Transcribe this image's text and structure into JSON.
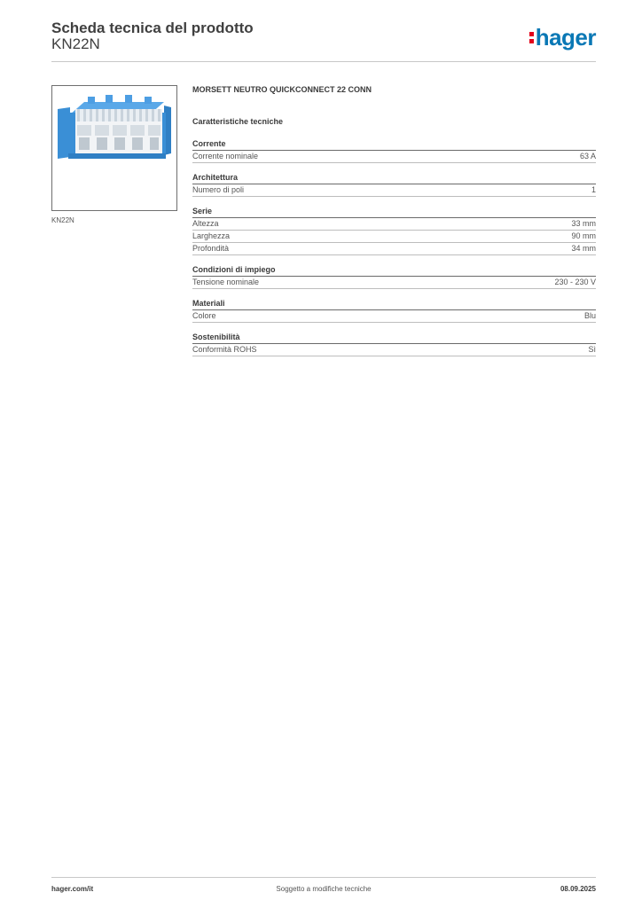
{
  "header": {
    "title": "Scheda tecnica del prodotto",
    "code": "KN22N",
    "logo_text": "hager"
  },
  "product": {
    "image_caption": "KN22N",
    "name": "MORSETT NEUTRO QUICKCONNECT 22 CONN"
  },
  "specs_heading": "Caratteristiche tecniche",
  "groups": [
    {
      "title": "Corrente",
      "rows": [
        {
          "label": "Corrente nominale",
          "value": "63 A"
        }
      ]
    },
    {
      "title": "Architettura",
      "rows": [
        {
          "label": "Numero di poli",
          "value": "1"
        }
      ]
    },
    {
      "title": "Serie",
      "rows": [
        {
          "label": "Altezza",
          "value": "33 mm"
        },
        {
          "label": "Larghezza",
          "value": "90 mm"
        },
        {
          "label": "Profondità",
          "value": "34 mm"
        }
      ]
    },
    {
      "title": "Condizioni di impiego",
      "rows": [
        {
          "label": "Tensione nominale",
          "value": "230 - 230 V"
        }
      ]
    },
    {
      "title": "Materiali",
      "rows": [
        {
          "label": "Colore",
          "value": "Blu"
        }
      ]
    },
    {
      "title": "Sostenibilità",
      "rows": [
        {
          "label": "Conformità ROHS",
          "value": "Sì"
        }
      ]
    }
  ],
  "footer": {
    "website": "hager.com/it",
    "note": "Soggetto a modifiche tecniche",
    "date": "08.09.2025"
  },
  "colors": {
    "brand_blue": "#0a78b5",
    "brand_red": "#e3001b",
    "product_blue": "#3a8fd6"
  }
}
